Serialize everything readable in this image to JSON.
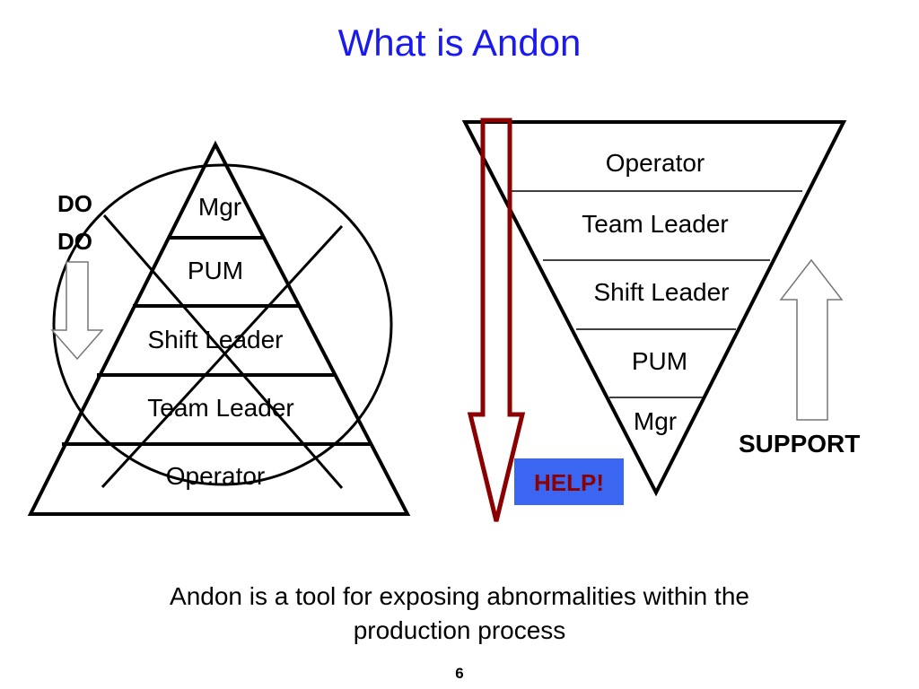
{
  "title": "What is Andon",
  "pyramid": {
    "levels": [
      "Mgr",
      "PUM",
      "Shift Leader",
      "Team Leader",
      "Operator"
    ],
    "direction_label": [
      "DO",
      "DO"
    ]
  },
  "inverted_pyramid": {
    "levels": [
      "Operator",
      "Team Leader",
      "Shift Leader",
      "PUM",
      "Mgr"
    ],
    "help_label": "HELP!",
    "support_label": "SUPPORT"
  },
  "caption": {
    "line1": "Andon is a tool for exposing abnormalities within the",
    "line2": "production process"
  },
  "page_number": "6",
  "colors": {
    "title": "#1a1aee",
    "help_badge": "#3a66f2",
    "help_text": "#8b0000",
    "help_arrow": "#8b0000",
    "lines": "#000000"
  }
}
